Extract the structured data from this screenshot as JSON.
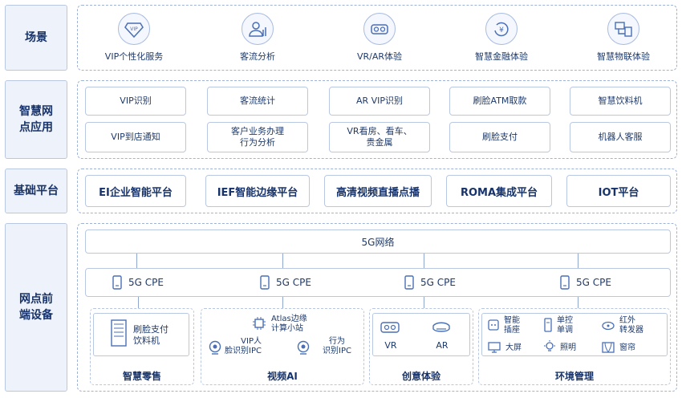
{
  "rows": {
    "scene": "场景",
    "apps": "智慧网点应用",
    "platform": "基础平台",
    "devices": "网点前端设备"
  },
  "scenes": [
    {
      "label": "VIP个性化服务",
      "icon": "diamond-vip-icon"
    },
    {
      "label": "客流分析",
      "icon": "person-chart-icon"
    },
    {
      "label": "VR/AR体验",
      "icon": "vr-goggles-icon"
    },
    {
      "label": "智慧金融体验",
      "icon": "yuan-coin-icon"
    },
    {
      "label": "智慧物联体验",
      "icon": "iot-devices-icon"
    }
  ],
  "apps": [
    "VIP识别",
    "客流统计",
    "AR VIP识别",
    "刷脸ATM取款",
    "智慧饮料机",
    "VIP到店通知",
    "客户业务办理\n行为分析",
    "VR看房、看车、\n贵金属",
    "刷脸支付",
    "机器人客服"
  ],
  "platforms": [
    "EI企业智能平台",
    "IEF智能边缘平台",
    "高清视频直播点播",
    "ROMA集成平台",
    "IOT平台"
  ],
  "network": "5G网络",
  "cpe_label": "5G CPE",
  "groups": {
    "retail": {
      "title": "智慧零售",
      "item": "刷脸支付\n饮料机"
    },
    "video": {
      "title": "视频AI",
      "atlas": "Atlas边缘\n计算小站",
      "vip_ipc": "VIP人\n脸识别IPC",
      "behavior_ipc": "行为\n识别IPC"
    },
    "experience": {
      "title": "创意体验",
      "vr": "VR",
      "ar": "AR"
    },
    "env": {
      "title": "环境管理",
      "socket": "智能\n插座",
      "ac": "单控\n单调",
      "ir": "红外\n转发器",
      "screen": "大屏",
      "light": "照明",
      "curtain": "窗帘"
    }
  },
  "colors": {
    "accent": "#4a6fb5",
    "border": "#b9c8e2",
    "text": "#1e3a6b"
  }
}
